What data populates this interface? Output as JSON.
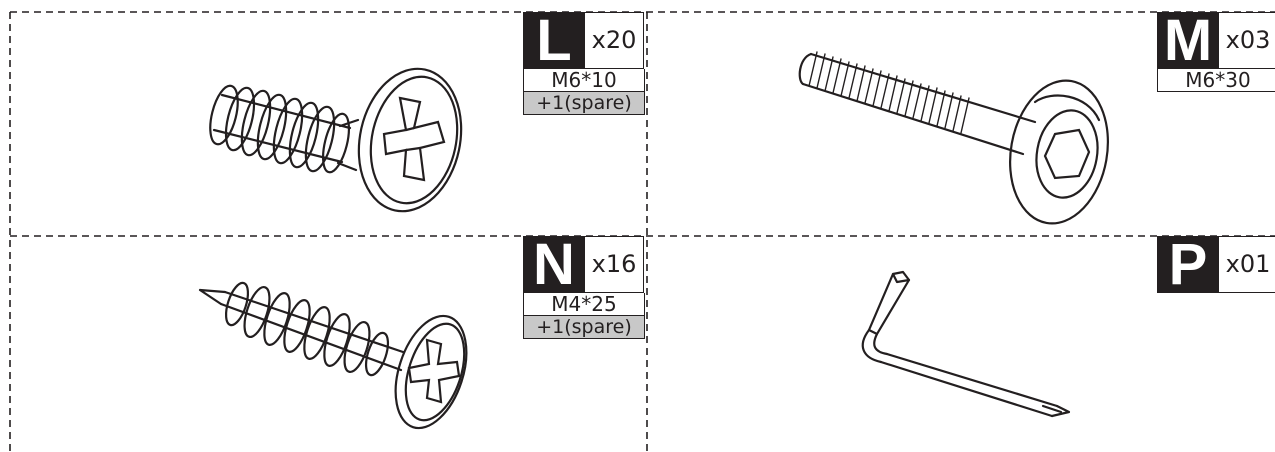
{
  "parts": [
    {
      "letter": "L",
      "qty": "x20",
      "spec": "M6*10",
      "spare": "+1(spare)",
      "icon": "phillips-flat-head-machine-screw"
    },
    {
      "letter": "M",
      "qty": "x03",
      "spec": "M6*30",
      "icon": "hex-socket-bolt"
    },
    {
      "letter": "N",
      "qty": "x16",
      "spec": "M4*25",
      "spare": "+1(spare)",
      "icon": "phillips-wood-screw"
    },
    {
      "letter": "P",
      "qty": "x01",
      "icon": "allen-key"
    }
  ],
  "colors": {
    "ink": "#231f20",
    "spare_fill": "#c8c8c8",
    "divider": "#231f20"
  }
}
